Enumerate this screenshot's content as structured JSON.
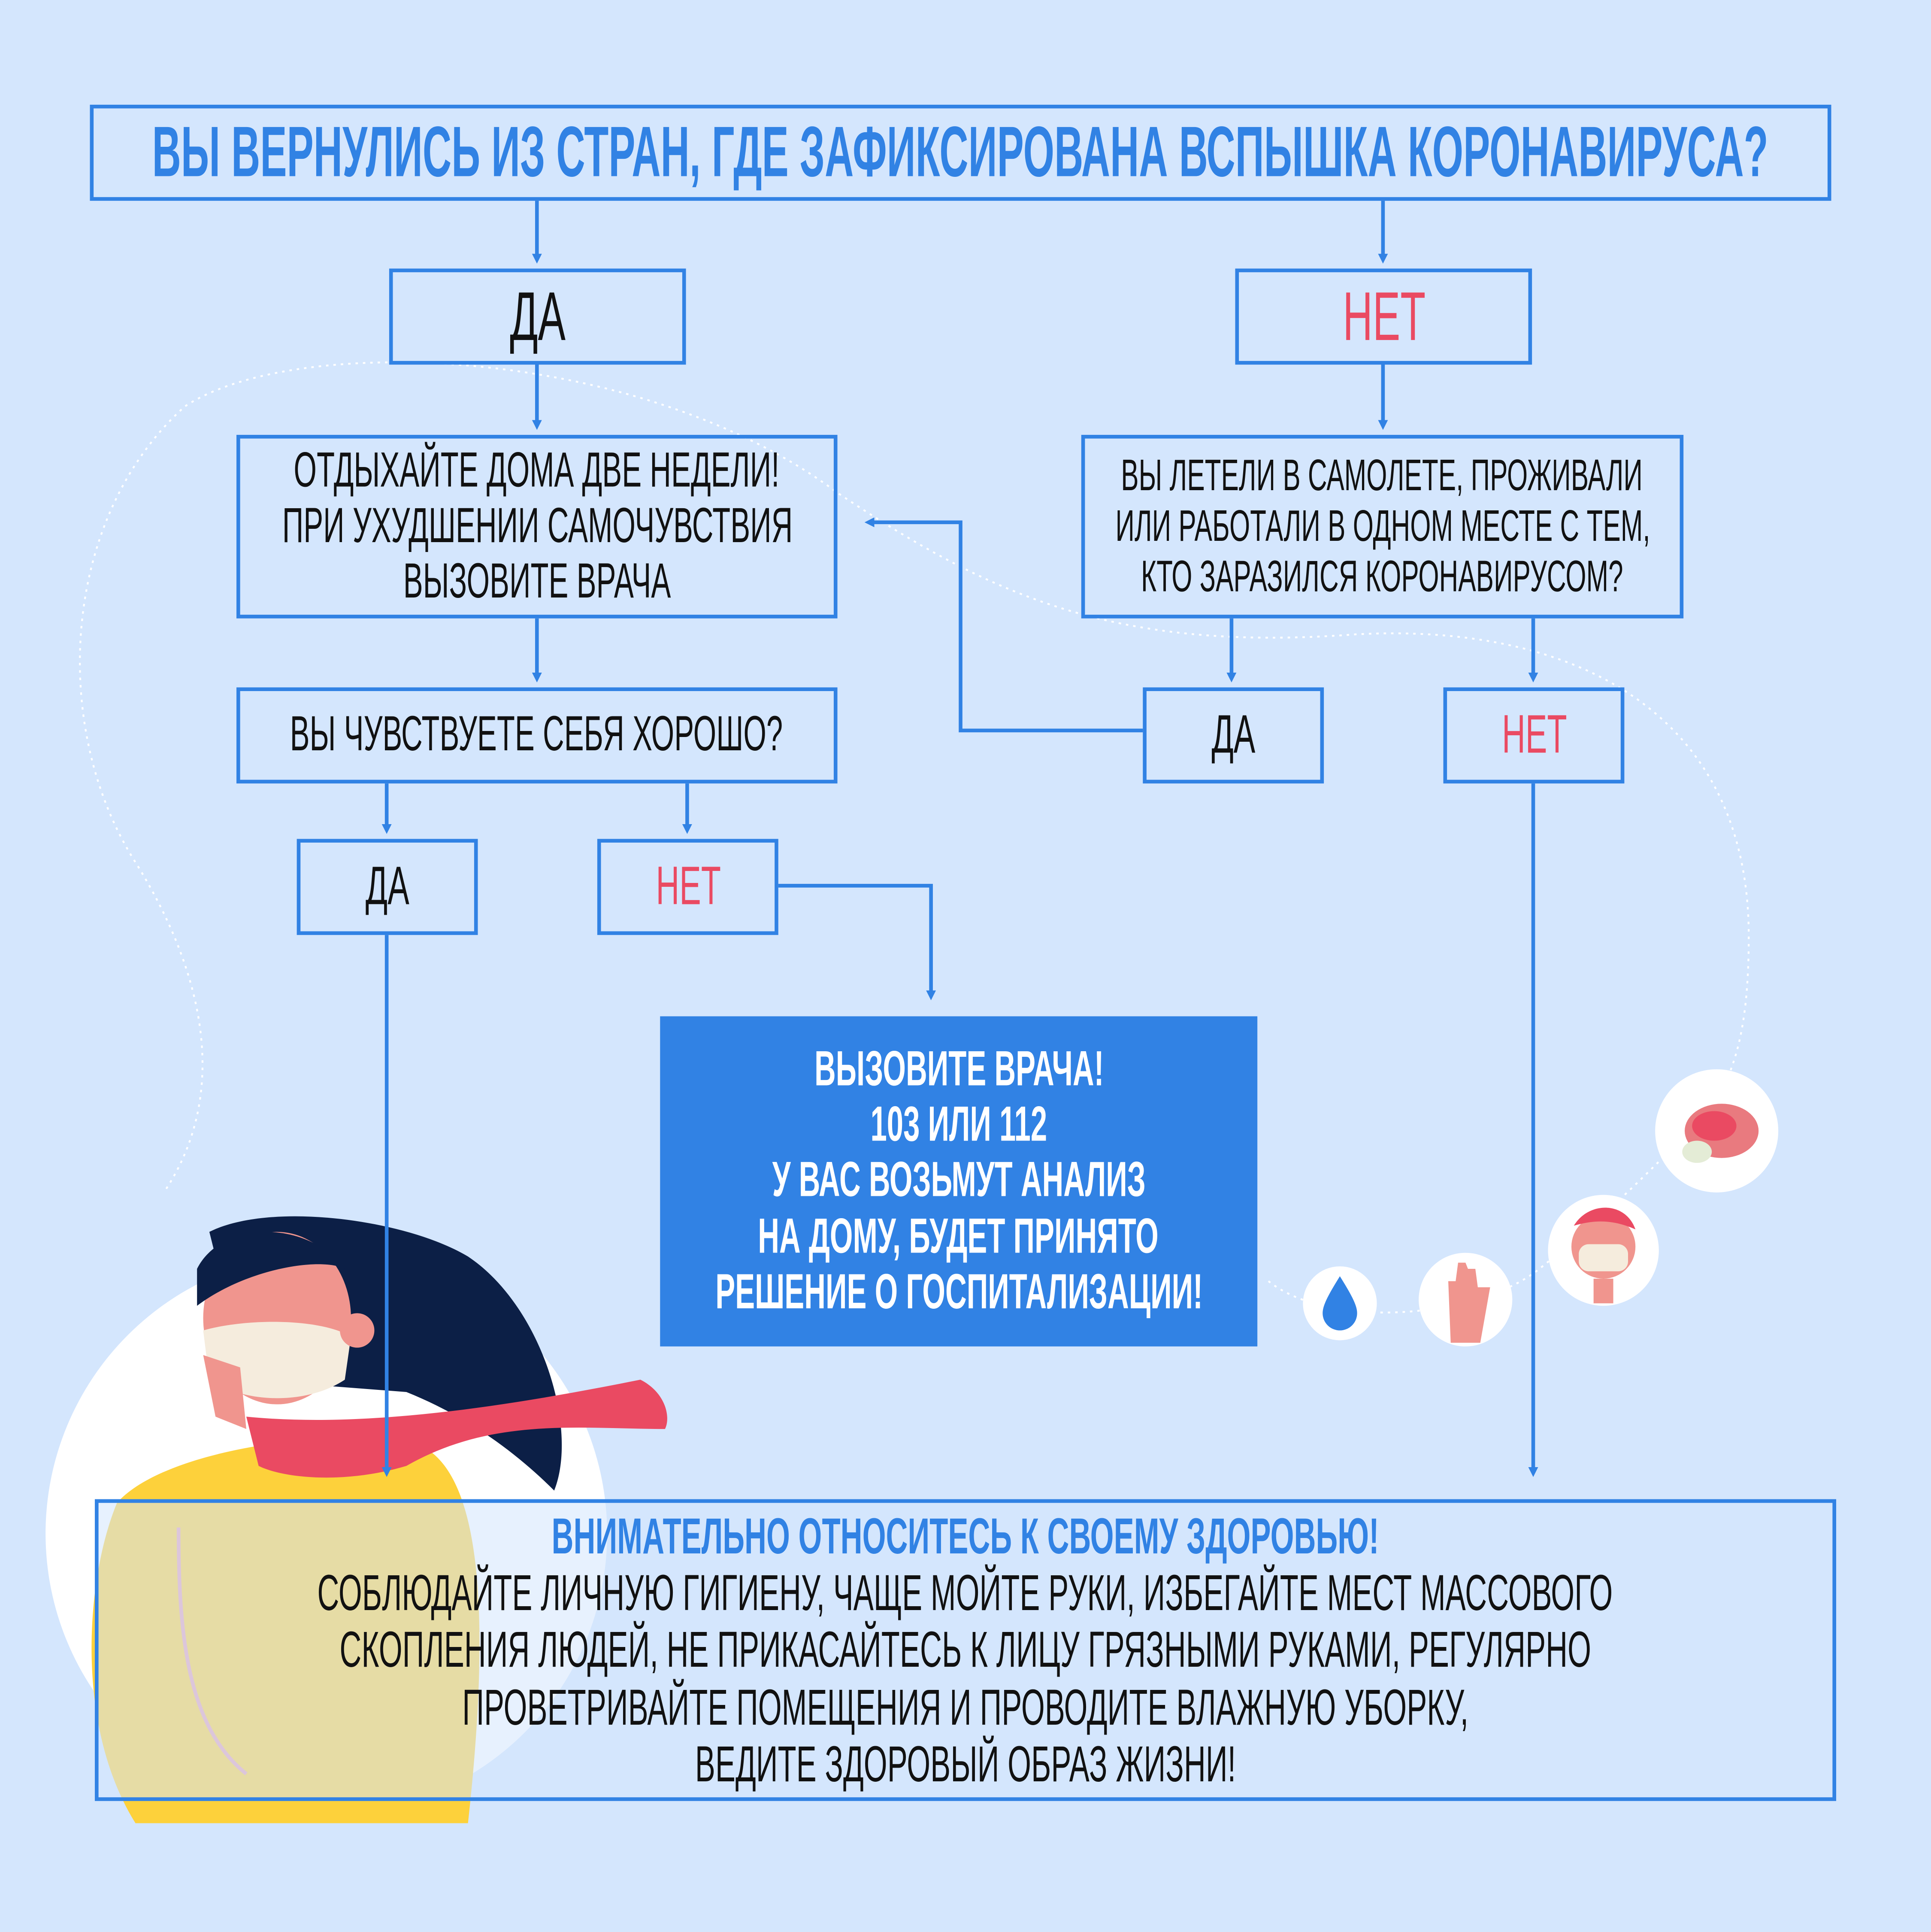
{
  "colors": {
    "background": "#d4e6fd",
    "accent": "#3182e4",
    "no": "#ea4a62"
  },
  "title": "ВЫ ВЕРНУЛИСЬ ИЗ СТРАН, ГДЕ ЗАФИКСИРОВАНА ВСПЫШКА КОРОНАВИРУСА?",
  "branch_yes": "ДА",
  "branch_no": "НЕТ",
  "rest_box": [
    "ОТДЫХАЙТЕ ДОМА ДВЕ НЕДЕЛИ!",
    "ПРИ УХУДШЕНИИ САМОЧУВСТВИЯ",
    "ВЫЗОВИТЕ ВРАЧА"
  ],
  "contact_question": [
    "ВЫ ЛЕТЕЛИ В САМОЛЕТЕ, ПРОЖИВАЛИ",
    "ИЛИ РАБОТАЛИ В ОДНОМ МЕСТЕ С ТЕМ,",
    "КТО ЗАРАЗИЛСЯ КОРОНАВИРУСОМ?"
  ],
  "contact_yes": "ДА",
  "contact_no": "НЕТ",
  "feel_question": "ВЫ ЧУВСТВУЕТЕ СЕБЯ ХОРОШО?",
  "feel_yes": "ДА",
  "feel_no": "НЕТ",
  "call_box": [
    "ВЫЗОВИТЕ ВРАЧА!",
    "103 ИЛИ 112",
    "У ВАС ВОЗЬМУТ АНАЛИЗ",
    "НА ДОМУ, БУДЕТ ПРИНЯТО",
    "РЕШЕНИЕ О ГОСПИТАЛИЗАЦИИ!"
  ],
  "advice": {
    "heading": "ВНИМАТЕЛЬНО ОТНОСИТЕСЬ К СВОЕМУ ЗДОРОВЬЮ!",
    "lines": [
      "СОБЛЮДАЙТЕ ЛИЧНУЮ ГИГИЕНУ, ЧАЩЕ МОЙТЕ РУКИ, ИЗБЕГАЙТЕ МЕСТ МАССОВОГО",
      "СКОПЛЕНИЯ ЛЮДЕЙ, НЕ ПРИКАСАЙТЕСЬ К ЛИЦУ ГРЯЗНЫМИ РУКАМИ, РЕГУЛЯРНО",
      "ПРОВЕТРИВАЙТЕ ПОМЕЩЕНИЯ И ПРОВОДИТЕ ВЛАЖНУЮ УБОРКУ,",
      "ВЕДИТЕ ЗДОРОВЫЙ ОБРАЗ ЖИЗНИ!"
    ]
  }
}
